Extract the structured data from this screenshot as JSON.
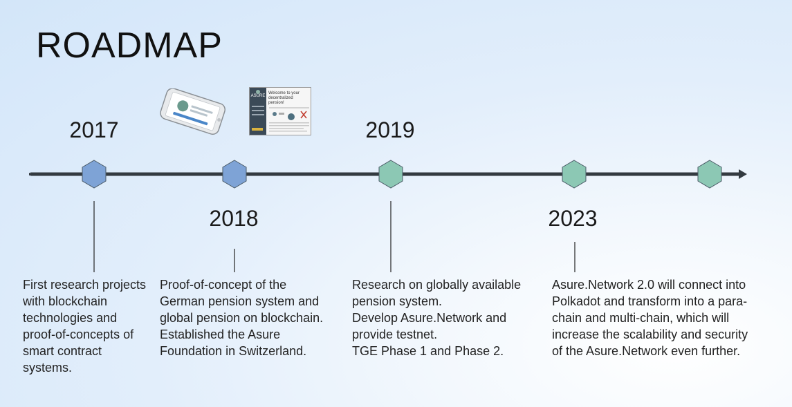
{
  "title": "ROADMAP",
  "milestones": [
    {
      "year": "2017",
      "color": "#7ea3d6",
      "lines": [
        "First research projects",
        "with blockchain",
        "technologies and",
        "proof-of-concepts of",
        "smart contract",
        "systems."
      ]
    },
    {
      "year": "2018",
      "color": "#7ea3d6",
      "lines": [
        "Proof-of-concept of the",
        "German pension system and",
        "global pension on blockchain.",
        "Established the Asure",
        "Foundation in Switzerland."
      ]
    },
    {
      "year": "2019",
      "color": "#8cc8b4",
      "lines": [
        "Research on globally available",
        "pension system.",
        "Develop Asure.Network and",
        "provide testnet.",
        "TGE Phase 1 and Phase 2."
      ]
    },
    {
      "year": "2023",
      "color": "#8cc8b4",
      "lines": [
        "Asure.Network 2.0 will connect into",
        "Polkadot and transform into a para-",
        "chain and multi-chain, which will",
        "increase the scalability and security",
        "of the Asure.Network even further."
      ]
    },
    {
      "color": "#8cc8b4"
    }
  ],
  "screenshot_brand": "ASURE",
  "screenshot_heading": "Welcome to your decentralized pension!"
}
